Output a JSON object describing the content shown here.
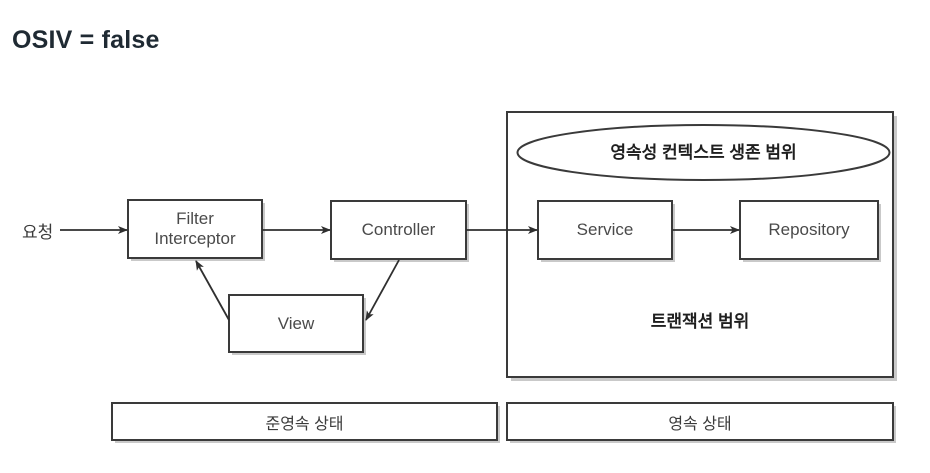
{
  "slide": {
    "title": "OSIV = false",
    "title_color": "#1f2a33",
    "background_color": "#ffffff"
  },
  "diagram": {
    "entry_label": "요청",
    "web_layer": {
      "nodes": [
        {
          "id": "filter-interceptor",
          "label": "Filter\nInterceptor"
        },
        {
          "id": "controller",
          "label": "Controller"
        },
        {
          "id": "view",
          "label": "View"
        }
      ]
    },
    "transaction_panel": {
      "persistence_scope_label": "영속성 컨텍스트 생존 범위",
      "transaction_scope_label": "트랜잭션 범위",
      "nodes": [
        {
          "id": "service",
          "label": "Service"
        },
        {
          "id": "repository",
          "label": "Repository"
        }
      ]
    },
    "state_bars": [
      {
        "id": "detached-state",
        "label": "준영속 상태"
      },
      {
        "id": "managed-state",
        "label": "영속 상태"
      }
    ],
    "stroke_color": "#3a3a3a",
    "shadow_color": "#c9c9c9"
  }
}
